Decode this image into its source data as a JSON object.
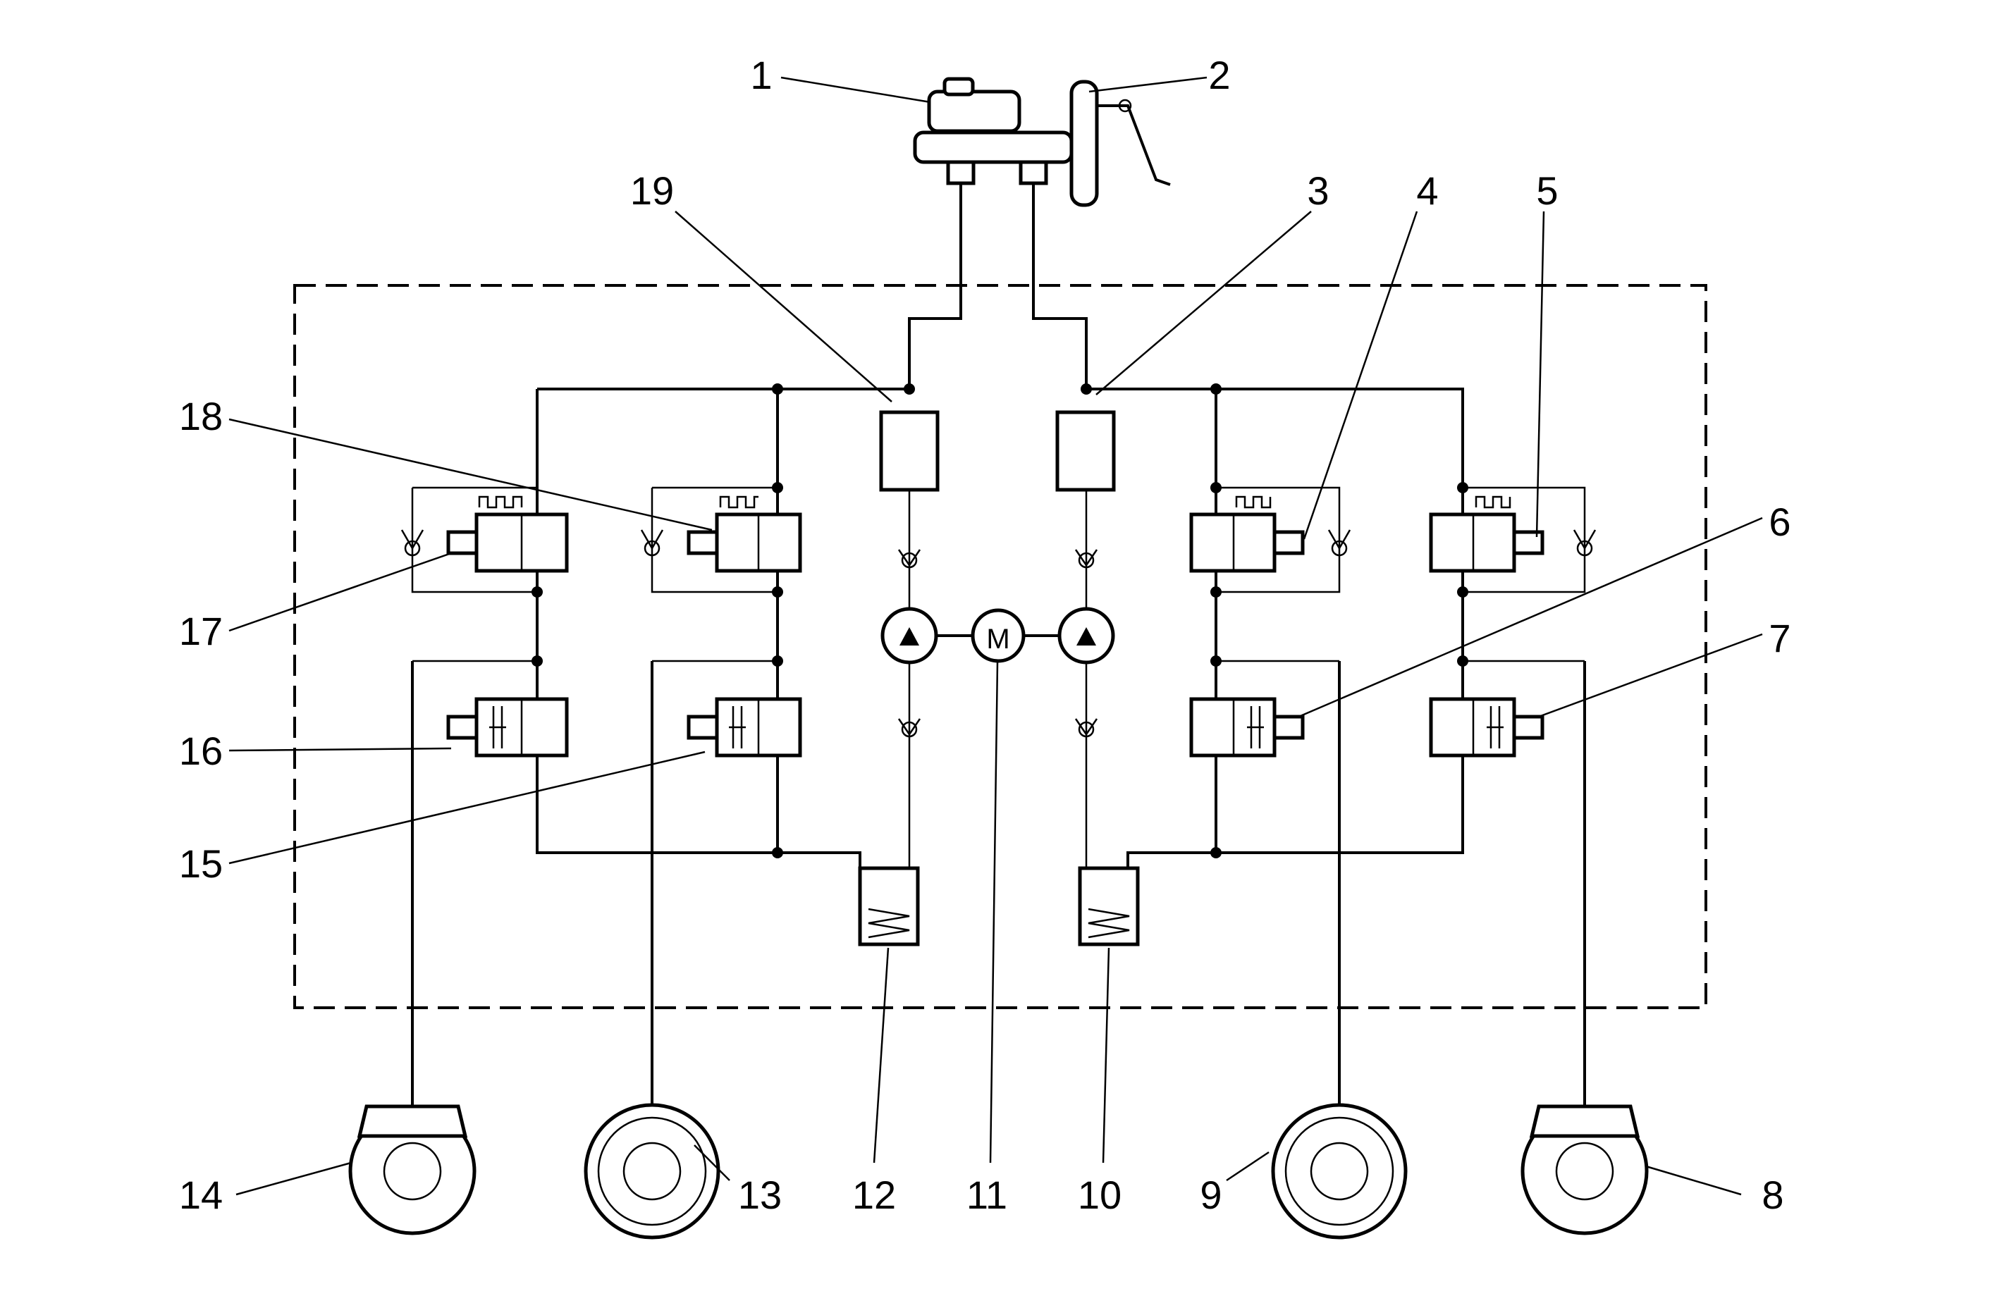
{
  "callouts": {
    "c1": "1",
    "c2": "2",
    "c3": "3",
    "c4": "4",
    "c5": "5",
    "c6": "6",
    "c7": "7",
    "c8": "8",
    "c9": "9",
    "c10": "10",
    "c11": "11",
    "c12": "12",
    "c13": "13",
    "c14": "14",
    "c15": "15",
    "c16": "16",
    "c17": "17",
    "c18": "18",
    "c19": "19"
  },
  "motor_symbol": "M",
  "colors": {
    "line": "#000000",
    "background": "#ffffff"
  }
}
